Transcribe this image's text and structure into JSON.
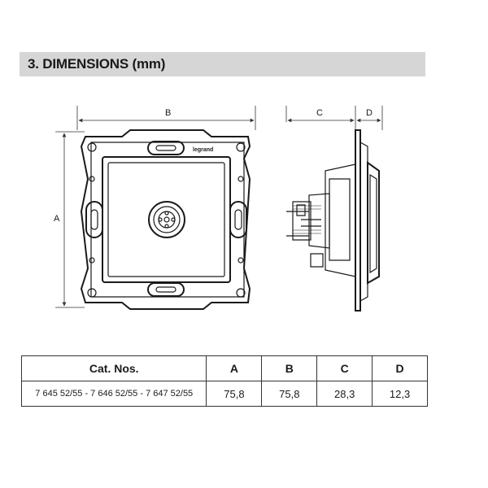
{
  "header": {
    "title": "3. DIMENSIONS (mm)"
  },
  "drawing": {
    "dim_a": "A",
    "dim_b": "B",
    "dim_c": "C",
    "dim_d": "D",
    "brand": "legrand"
  },
  "table": {
    "headers": [
      "Cat. Nos.",
      "A",
      "B",
      "C",
      "D"
    ],
    "rows": [
      [
        "7 645 52/55 - 7 646 52/55 - 7 647 52/55",
        "75,8",
        "75,8",
        "28,3",
        "12,3"
      ]
    ]
  }
}
